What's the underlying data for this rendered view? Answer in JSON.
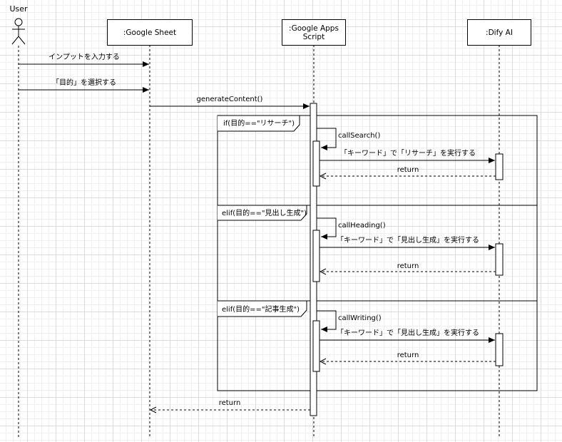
{
  "participants": {
    "user": "User",
    "sheet": ":Google Sheet",
    "gas": ":Google Apps\nScript",
    "dify": ":Dify AI"
  },
  "messages": {
    "m1": "インプットを入力する",
    "m2": "「目的」を選択する",
    "m3": "generateContent()",
    "final_return": "return"
  },
  "fragments": [
    {
      "guard": "if(目的==\"リサーチ\")",
      "self_call": "callSearch()",
      "request": "「キーワード」で「リサーチ」を実行する",
      "return": "return"
    },
    {
      "guard": "elif(目的==\"見出し生成\")",
      "self_call": "callHeading()",
      "request": "「キーワード」で「見出し生成」を実行する",
      "return": "return"
    },
    {
      "guard": "elif(目的==\"記事生成\")",
      "self_call": "callWriting()",
      "request": "「キーワード」で「見出し生成」を実行する",
      "return": "return"
    }
  ]
}
